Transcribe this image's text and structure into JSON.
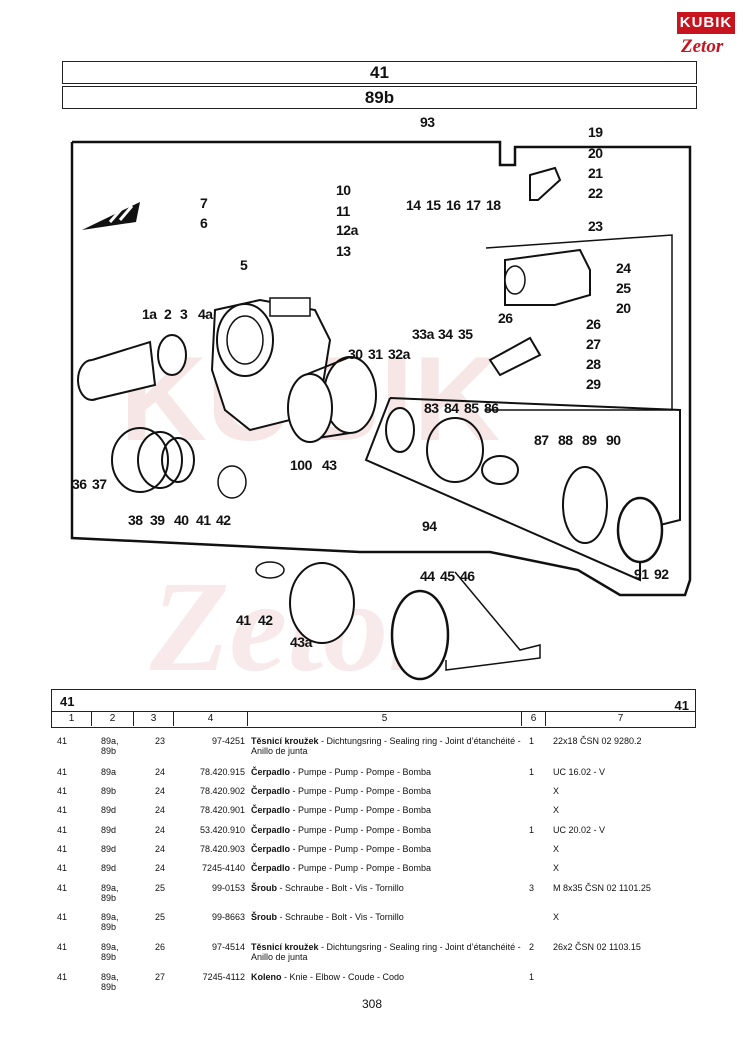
{
  "logo": {
    "brand": "KUBIK",
    "subbrand": "Zetor"
  },
  "header": {
    "group": "41",
    "subgroup": "89b"
  },
  "drawing": {
    "callouts": [
      "93",
      "19",
      "20",
      "21",
      "22",
      "10",
      "7",
      "11",
      "6",
      "12a",
      "14",
      "15",
      "16",
      "17",
      "18",
      "23",
      "13",
      "5",
      "24",
      "25",
      "20",
      "1a",
      "2",
      "3",
      "4a",
      "26",
      "26",
      "27",
      "28",
      "29",
      "30",
      "31",
      "32a",
      "33a",
      "34",
      "35",
      "83",
      "84",
      "85",
      "86",
      "87",
      "88",
      "89",
      "90",
      "36",
      "37",
      "100",
      "43",
      "38",
      "39",
      "40",
      "41",
      "42",
      "94",
      "91",
      "92",
      "41",
      "42",
      "44",
      "45",
      "46",
      "43a"
    ]
  },
  "table": {
    "group_left": "41",
    "group_right": "41",
    "columns": [
      "1",
      "2",
      "3",
      "4",
      "5",
      "6",
      "7"
    ],
    "rows": [
      {
        "c1": "41",
        "c2": "89a,\n89b",
        "c3": "23",
        "c4": "97-4251",
        "bold": "Těsnicí kroužek",
        "desc": " - Dichtungsring - Sealing ring - Joint d’étanchéité - Anillo de junta",
        "c6": "1",
        "c7": "22x18 ČSN 02 9280.2"
      },
      {
        "c1": "41",
        "c2": "89a",
        "c3": "24",
        "c4": "78.420.915",
        "bold": "Čerpadlo",
        "desc": " - Pumpe - Pump - Pompe - Bomba",
        "c6": "1",
        "c7": "UC 16.02 - V"
      },
      {
        "c1": "41",
        "c2": "89b",
        "c3": "24",
        "c4": "78.420.902",
        "bold": "Čerpadlo",
        "desc": " - Pumpe - Pump - Pompe - Bomba",
        "c6": "",
        "c7": "X"
      },
      {
        "c1": "41",
        "c2": "89d",
        "c3": "24",
        "c4": "78.420.901",
        "bold": "Čerpadlo",
        "desc": " - Pumpe - Pump - Pompe - Bomba",
        "c6": "",
        "c7": "X"
      },
      {
        "c1": "41",
        "c2": "89d",
        "c3": "24",
        "c4": "53.420.910",
        "bold": "Čerpadlo",
        "desc": " - Pumpe - Pump - Pompe - Bomba",
        "c6": "1",
        "c7": "UC 20.02 - V"
      },
      {
        "c1": "41",
        "c2": "89d",
        "c3": "24",
        "c4": "78.420.903",
        "bold": "Čerpadlo",
        "desc": " - Pumpe - Pump - Pompe - Bomba",
        "c6": "",
        "c7": "X"
      },
      {
        "c1": "41",
        "c2": "89d",
        "c3": "24",
        "c4": "7245-4140",
        "bold": "Čerpadlo",
        "desc": " - Pumpe - Pump - Pompe - Bomba",
        "c6": "",
        "c7": "X"
      },
      {
        "c1": "41",
        "c2": "89a,\n89b",
        "c3": "25",
        "c4": "99-0153",
        "bold": "Šroub",
        "desc": " - Schraube - Bolt - Vis - Tornillo",
        "c6": "3",
        "c7": "M 8x35 ČSN 02 1101.25"
      },
      {
        "c1": "41",
        "c2": "89a,\n89b",
        "c3": "25",
        "c4": "99-8663",
        "bold": "Šroub",
        "desc": " - Schraube - Bolt - Vis - Tornillo",
        "c6": "",
        "c7": "X"
      },
      {
        "c1": "41",
        "c2": "89a,\n89b",
        "c3": "26",
        "c4": "97-4514",
        "bold": "Těsnicí kroužek",
        "desc": " - Dichtungsring - Sealing ring - Joint d’étanchéité - Anillo de junta",
        "c6": "2",
        "c7": "26x2 ČSN 02 1103.15"
      },
      {
        "c1": "41",
        "c2": "89a,\n89b",
        "c3": "27",
        "c4": "7245-4112",
        "bold": "Koleno",
        "desc": " - Knie - Elbow - Coude - Codo",
        "c6": "1",
        "c7": ""
      }
    ]
  },
  "page_number": "308"
}
